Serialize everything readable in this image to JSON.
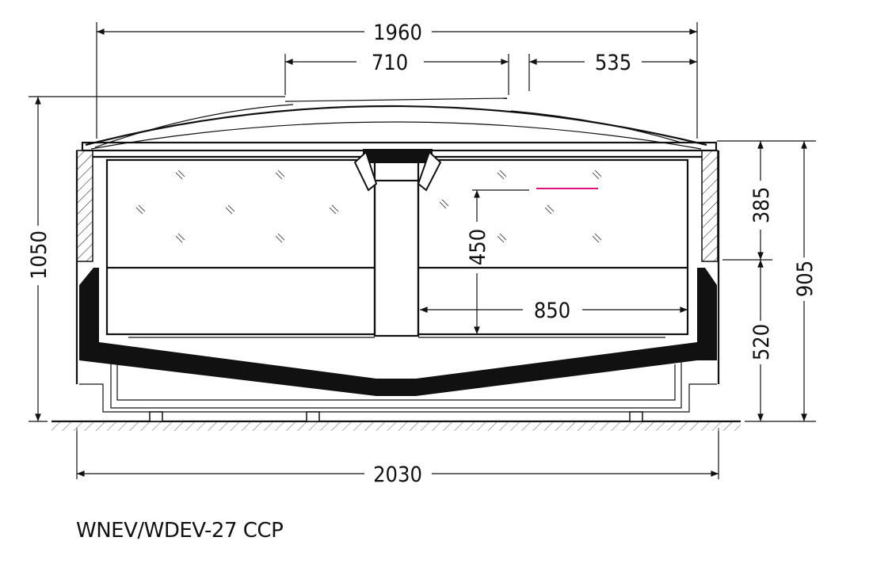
{
  "title": "WNEV/WDEV-27 CCP",
  "dimensions": {
    "overall_top_width": "1960",
    "lid_left_opening": "710",
    "lid_right_opening": "535",
    "total_height": "1050",
    "upper_height": "385",
    "lower_height": "520",
    "body_height": "905",
    "basket_depth": "450",
    "basket_width": "850",
    "overall_width": "2030"
  },
  "colors": {
    "line": "#111111",
    "accent": "#e0147a"
  }
}
